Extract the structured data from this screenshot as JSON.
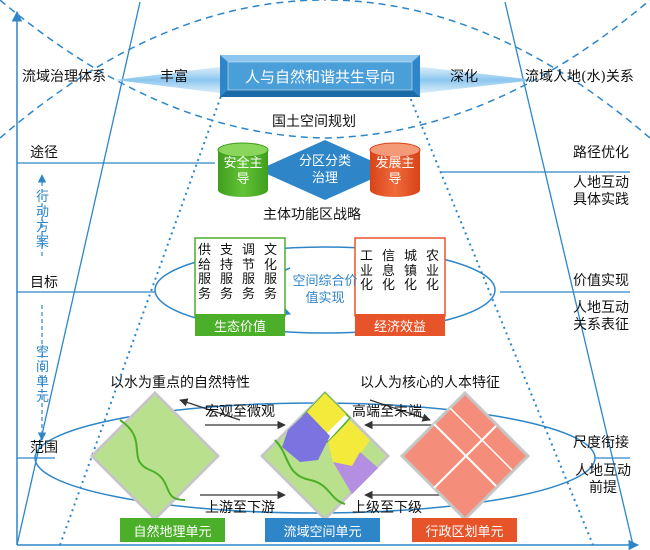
{
  "title": "人与自然和谐共生导向",
  "top_left": "流域治理体系",
  "top_right": "流域人地(水)关系",
  "enrich": "丰富",
  "deepen": "深化",
  "left_labels": [
    "途径",
    "目标",
    "范围"
  ],
  "left_axis": {
    "upper": "行动方案",
    "lower": "空间单元"
  },
  "right_labels": {
    "path_opt": "路径优化",
    "practice": "人地互动具体实践",
    "value_real": "价值实现",
    "relation": "人地互动关系表征",
    "scale": "尺度衔接",
    "premise": "人地互动前提"
  },
  "tier1": {
    "top": "国土空间规划",
    "left_cyl": "安全主导",
    "right_cyl": "发展主导",
    "center": "分区分类治理",
    "bottom": "主体功能区战略"
  },
  "tier2": {
    "eco_items": [
      "供给服务",
      "支持服务",
      "调节服务",
      "文化服务"
    ],
    "eco_label": "生态价值",
    "econ_items": [
      "工业化",
      "信息化",
      "城镇化",
      "农业化"
    ],
    "econ_label": "经济效益",
    "center": "空间综合价值实现"
  },
  "tier3": {
    "left_title": "以水为重点的自然特性",
    "right_title": "以人为核心的人本特征",
    "macro": "宏观至微观",
    "high": "高端至末端",
    "upstream": "上游至下游",
    "superior": "上级至下级",
    "unit_nat": "自然地理单元",
    "unit_basin": "流域空间单元",
    "unit_admin": "行政区划单元"
  },
  "colors": {
    "blue": "#2e86c8",
    "green": "#4caf2a",
    "orange": "#e8542a",
    "light_green": "#b9e08c",
    "salmon": "#f58d7b",
    "purple": "#b48ee0",
    "yellow": "#f4ea3c"
  }
}
